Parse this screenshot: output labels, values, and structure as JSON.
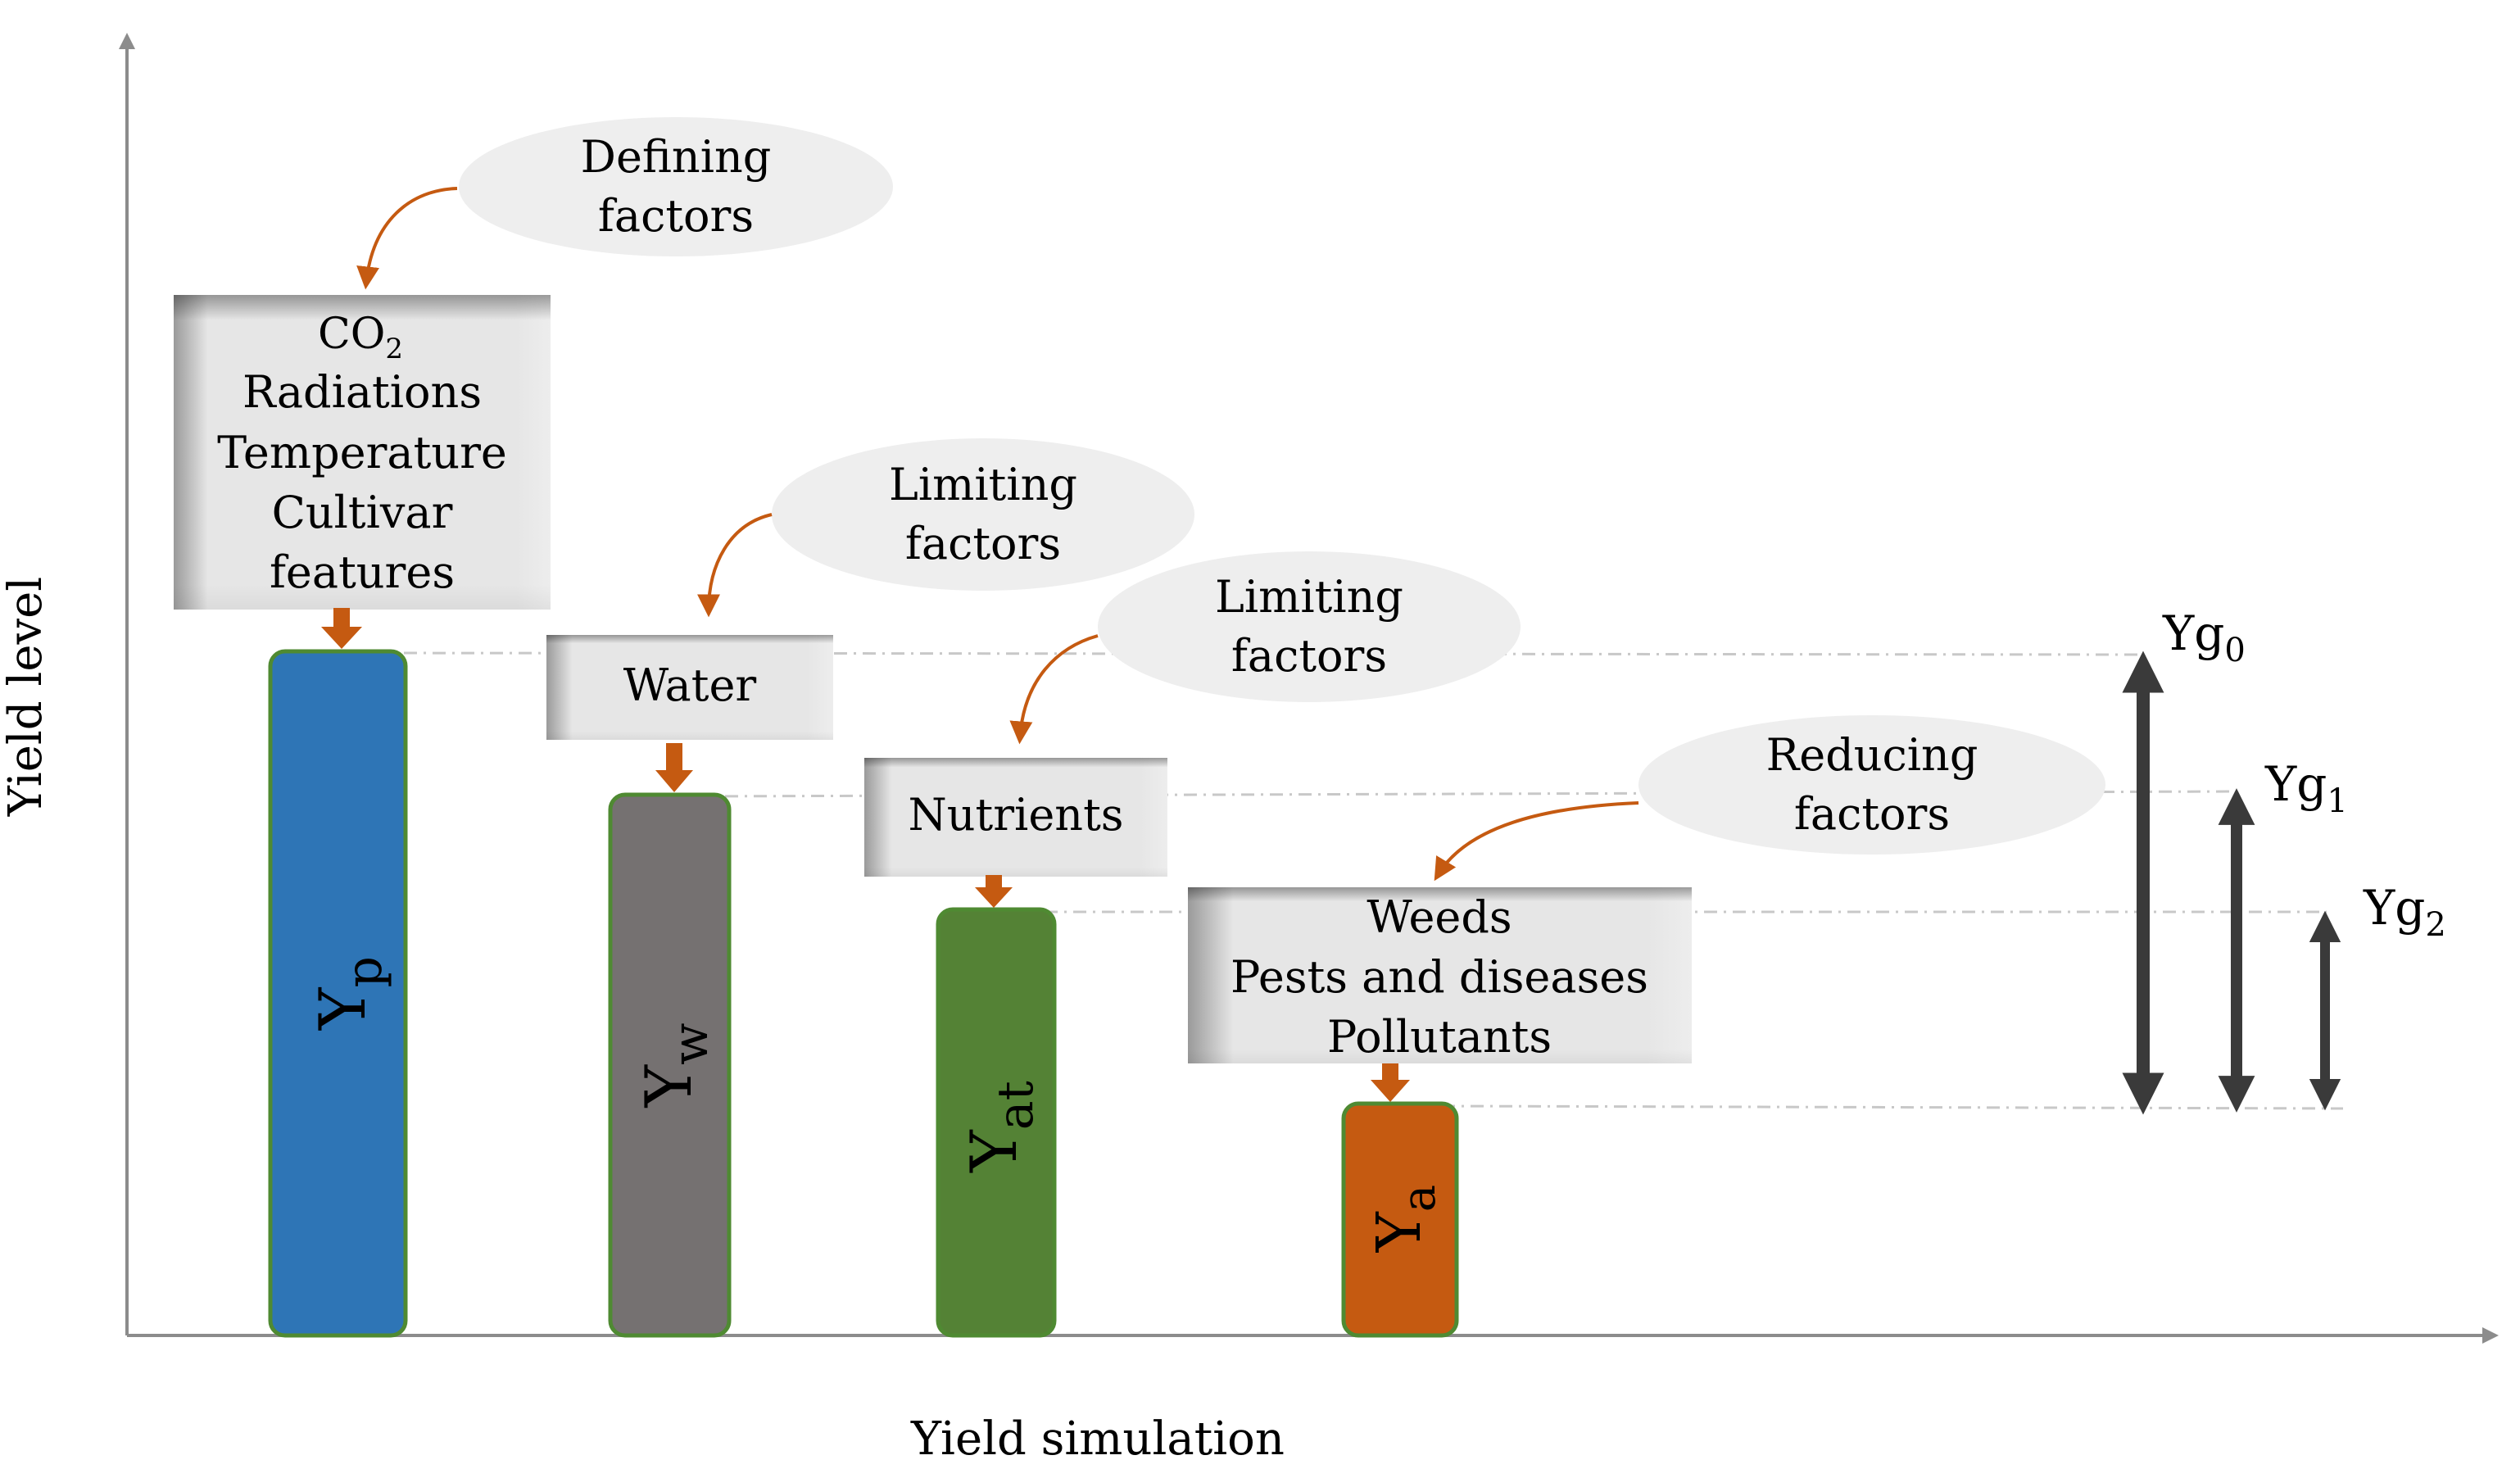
{
  "axes": {
    "y_label": "Yield level",
    "x_label": "Yield simulation"
  },
  "callouts": {
    "defining": [
      "Defining",
      "factors"
    ],
    "limiting_water": [
      "Limiting",
      "factors"
    ],
    "limiting_nutrients": [
      "Limiting",
      "factors"
    ],
    "reducing": [
      "Reducing",
      "factors"
    ]
  },
  "factor_boxes": {
    "defining": {
      "co2_base": "CO",
      "co2_sub": "2",
      "lines": [
        "Radiations",
        "Temperature",
        "Cultivar",
        "features"
      ]
    },
    "water": {
      "lines": [
        "Water"
      ]
    },
    "nutrients": {
      "lines": [
        "Nutrients"
      ]
    },
    "reducing": {
      "lines": [
        "Weeds",
        "Pests and diseases",
        "Pollutants"
      ]
    }
  },
  "yield_bars": [
    {
      "id": "potential",
      "main": "Y",
      "sub": "p",
      "color": "#2e75b6",
      "border": "#4f8a32",
      "level": 1.0
    },
    {
      "id": "water-limited",
      "main": "Y",
      "sub": "w",
      "color": "#757171",
      "border": "#4f8a32",
      "level": 0.79
    },
    {
      "id": "attainable",
      "main": "Y",
      "sub": "at",
      "color": "#548235",
      "border": "#4f8a32",
      "level": 0.62
    },
    {
      "id": "actual",
      "main": "Y",
      "sub": "a",
      "color": "#c55a11",
      "border": "#4f8a32",
      "level": 0.34
    }
  ],
  "yield_gaps": [
    {
      "id": "yg0",
      "main": "Yg",
      "sub": "0",
      "from": "Yp",
      "to": "Ya"
    },
    {
      "id": "yg1",
      "main": "Yg",
      "sub": "1",
      "from": "Yw",
      "to": "Ya"
    },
    {
      "id": "yg2",
      "main": "Yg",
      "sub": "2",
      "from": "Yat",
      "to": "Ya"
    }
  ],
  "colors": {
    "axis": "#8c8c8c",
    "arrow_orange": "#c55a11",
    "gap_arrow": "#3a3a3a",
    "callout_fill": "#eeeeee",
    "box_fill": "#e8e8e8",
    "dash_line": "#c8c8c8"
  }
}
